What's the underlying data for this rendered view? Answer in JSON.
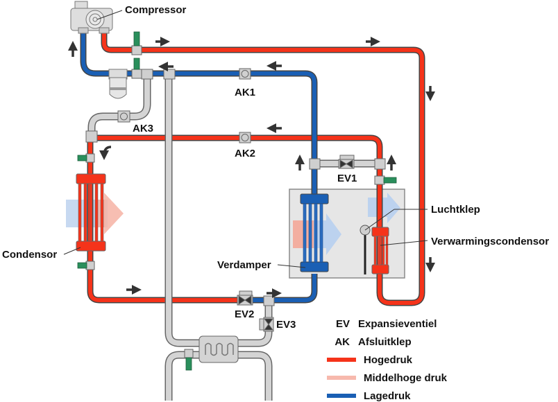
{
  "diagram": {
    "title": "Airco warmtepomp koelmiddelcircuit",
    "colors": {
      "high_pressure": "#f5331a",
      "medium_pressure": "#f7b9ad",
      "low_pressure": "#1a5fb4",
      "neutral_pipe": "#d0d0d0",
      "pipe_outline": "#555555",
      "sensor_green": "#2a8f5c",
      "box_fill": "#e6e6e6",
      "arrow": "#333333"
    },
    "components": {
      "compressor": "Compressor",
      "ak1": "AK1",
      "ak2": "AK2",
      "ak3": "AK3",
      "ev1": "EV1",
      "ev2": "EV2",
      "ev3": "EV3",
      "condensor": "Condensor",
      "verdamper": "Verdamper",
      "luchtklep": "Luchtklep",
      "verwarmingscondensor": "Verwarmingscondensor"
    },
    "legend": [
      {
        "abbr": "EV",
        "label": "Expansieventiel"
      },
      {
        "abbr": "AK",
        "label": "Afsluitklep"
      },
      {
        "swatch": "high_pressure",
        "label": "Hogedruk"
      },
      {
        "swatch": "medium_pressure",
        "label": "Middelhoge druk"
      },
      {
        "swatch": "low_pressure",
        "label": "Lagedruk"
      }
    ]
  }
}
